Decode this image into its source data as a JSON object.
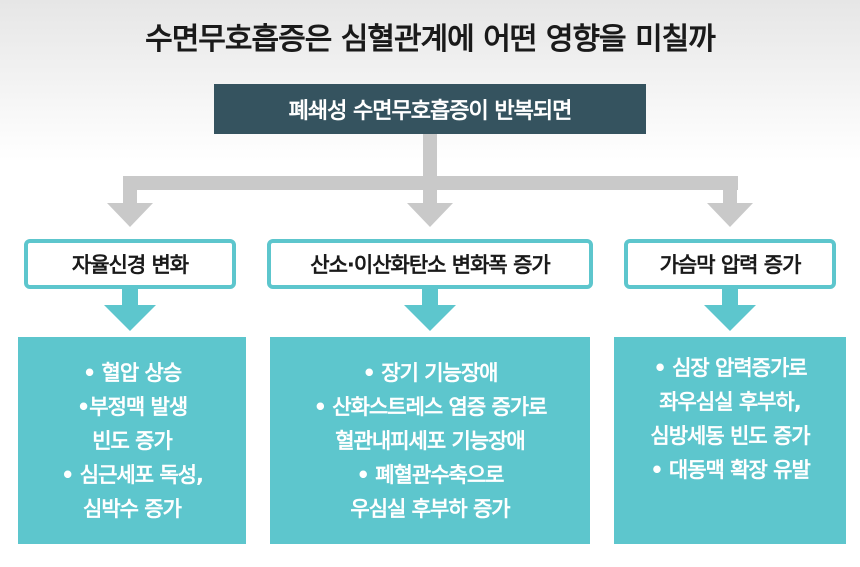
{
  "title": "수면무호흡증은 심혈관계에 어떤 영향을 미칠까",
  "root": "폐쇄성 수면무호흡증이 반복되면",
  "categories": [
    {
      "label": "자율신경 변화",
      "effects": [
        "• 혈압 상승",
        "•부정맥 발생",
        "빈도 증가",
        "• 심근세포 독성,",
        "심박수 증가"
      ]
    },
    {
      "label": "산소·이산화탄소 변화폭 증가",
      "effects": [
        "• 장기 기능장애",
        "• 산화스트레스 염증 증가로",
        "혈관내피세포 기능장애",
        "• 폐혈관수축으로",
        "우심실 후부하 증가"
      ]
    },
    {
      "label": "가슴막 압력 증가",
      "effects": [
        "• 심장 압력증가로",
        "좌우심실 후부하,",
        "심방세동 빈도 증가",
        "• 대동맥 확장 유발"
      ]
    }
  ],
  "colors": {
    "root_bg": "#35535f",
    "accent": "#5dc6cd",
    "connector": "#c9c9c9"
  }
}
